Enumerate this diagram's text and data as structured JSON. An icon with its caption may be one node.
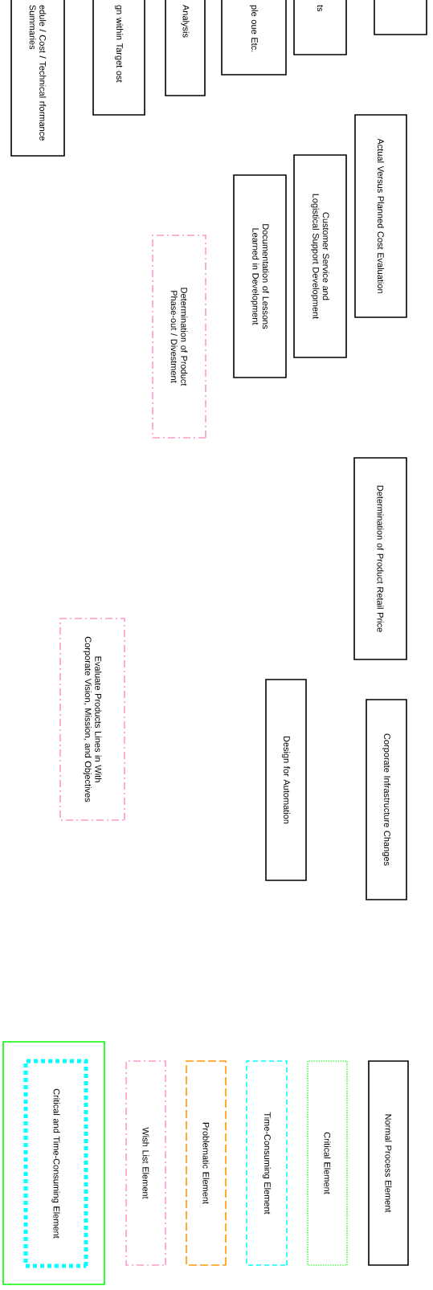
{
  "diagram": {
    "nodes": [
      {
        "text": [
          "edule / Cost / Technical rformance Summaries"
        ]
      },
      {
        "text": [
          "gn within Target ost"
        ]
      },
      {
        "text": [
          "Analysis"
        ]
      },
      {
        "text": [
          "ple oue Etc."
        ]
      },
      {
        "text": [
          "ts"
        ]
      },
      {
        "text": [],
        "shape": "box"
      },
      {
        "text": [
          "Actual Versus Planned Cost Evaluation"
        ]
      },
      {
        "text": [
          "Customer Service and Logistical Support Development"
        ]
      },
      {
        "text": [
          "Documentation of Lessons Learned in Development"
        ]
      },
      {
        "text": [
          "Determination of Product Phase-out / Divestment"
        ]
      },
      {
        "text": [
          "Determination of Product Retail Price"
        ]
      },
      {
        "text": [
          "Design for Automation"
        ]
      },
      {
        "text": [
          "Corporate Infrastructure Changes"
        ]
      },
      {
        "text": [
          "Evaluate Products Lines in With Corporate Vision, Mission, and Objectives"
        ]
      },
      {
        "text": [],
        "shape": "box"
      },
      {
        "text": [
          "Critical and Time-Consuming Element"
        ],
        "in": 14
      },
      {
        "text": [
          "Wish List Element"
        ]
      },
      {
        "text": [
          "Problematic Element"
        ]
      },
      {
        "text": [
          "Time-Consuming Element"
        ]
      },
      {
        "text": [
          "Critical Element"
        ]
      },
      {
        "text": [
          "Normal Process Element"
        ]
      }
    ]
  }
}
